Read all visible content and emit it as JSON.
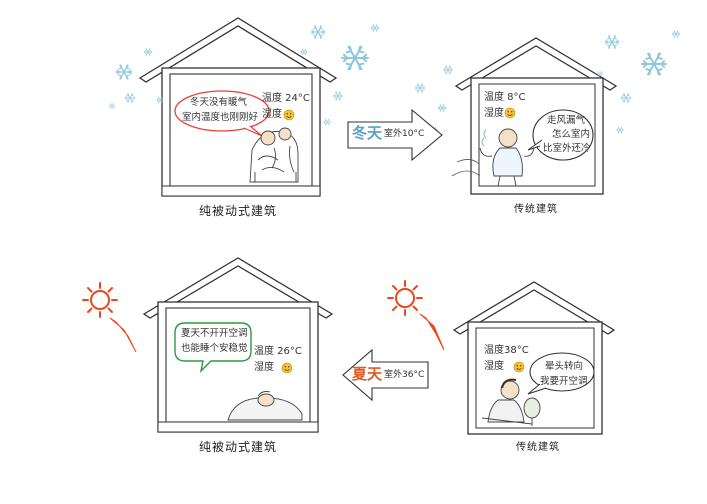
{
  "panels": {
    "winter_passive": {
      "caption": "纯被动式建筑",
      "temp_label": "温度 24°C",
      "humidity_label": "湿度",
      "speech_line1": "冬天没有暖气",
      "speech_line2": "室内温度也刚刚好"
    },
    "winter_traditional": {
      "caption": "传统建筑",
      "temp_label": "温度 8°C",
      "humidity_label": "湿度",
      "speech_line1": "走风漏气",
      "speech_line2": "怎么室内",
      "speech_line3": "比室外还冷"
    },
    "summer_passive": {
      "caption": "纯被动式建筑",
      "temp_label": "温度 26°C",
      "humidity_label": "湿度",
      "speech_line1": "夏天不开开空调",
      "speech_line2": "也能睡个安稳觉"
    },
    "summer_traditional": {
      "caption": "传统建筑",
      "temp_label": "温度38°C",
      "humidity_label": "湿度",
      "speech_line1": "晕头转向",
      "speech_line2": "我要开空调"
    }
  },
  "arrows": {
    "winter": {
      "season": "冬天",
      "outdoor": "室外10°C",
      "color": "#5aa0c8"
    },
    "summer": {
      "season": "夏天",
      "outdoor": "室外36°C",
      "color": "#e05a20"
    }
  },
  "colors": {
    "snow": "#8fc8dc",
    "sun": "#e8491e",
    "bubble_winter": "#e8403a",
    "bubble_summer": "#2e9a3e"
  },
  "icons": [
    "snowflake-icon",
    "sun-icon",
    "smiley-icon"
  ]
}
